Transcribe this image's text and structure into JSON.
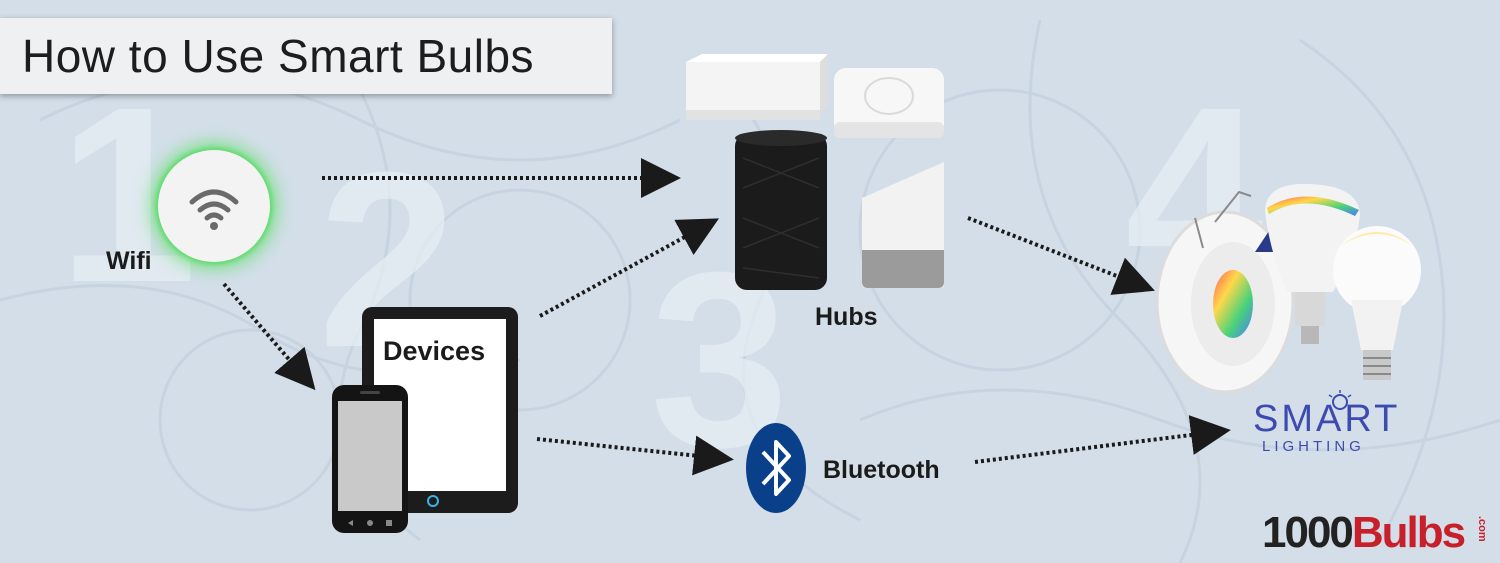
{
  "title": "How to Use Smart Bulbs",
  "step_numbers": [
    "1",
    "2",
    "3",
    "4"
  ],
  "nodes": {
    "wifi": "Wifi",
    "devices": "Devices",
    "hubs": "Hubs",
    "bluetooth": "Bluetooth"
  },
  "smart_lighting": {
    "line1": "SMART",
    "line2": "LIGHTING"
  },
  "logo": {
    "number": "1000",
    "word": "Bulbs",
    "suffix": ".com"
  },
  "colors": {
    "background": "#d3dee9",
    "wifi_glow": "#3fcf53",
    "bluetooth": "#0a3f8a",
    "smart_lighting": "#3d4bb0",
    "brand_red": "#c8202a"
  }
}
